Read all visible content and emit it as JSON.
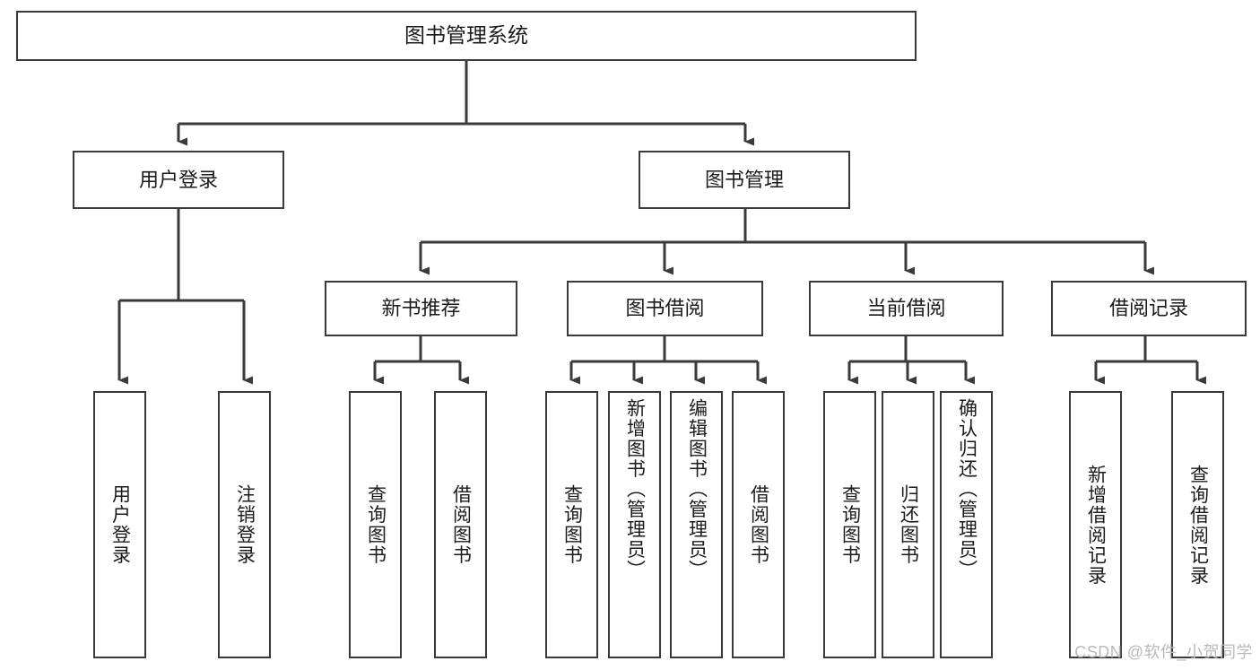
{
  "diagram": {
    "title": "图书管理系统",
    "type": "tree-hierarchy",
    "watermark": "CSDN @软件_小贺同学",
    "colors": {
      "stroke": "#3a3a3a",
      "fill": "#ffffff",
      "text": "#1b1b1b",
      "watermark": "#b9b9b9"
    },
    "nodes": {
      "root": {
        "label": "图书管理系统"
      },
      "level2": [
        {
          "id": "user-login",
          "label": "用户登录"
        },
        {
          "id": "book-management",
          "label": "图书管理"
        }
      ],
      "level3": [
        {
          "id": "new-book-recommend",
          "label": "新书推荐"
        },
        {
          "id": "book-borrow",
          "label": "图书借阅"
        },
        {
          "id": "current-borrow",
          "label": "当前借阅"
        },
        {
          "id": "borrow-record",
          "label": "借阅记录"
        }
      ],
      "leaves": {
        "user-login": [
          {
            "id": "leaf-user-login",
            "label": "用户登录"
          },
          {
            "id": "leaf-logout-login",
            "label": "注销登录"
          }
        ],
        "new-book-recommend": [
          {
            "id": "leaf-query-book-1",
            "label": "查询图书"
          },
          {
            "id": "leaf-borrow-book-1",
            "label": "借阅图书"
          }
        ],
        "book-borrow": [
          {
            "id": "leaf-query-book-2",
            "label": "查询图书"
          },
          {
            "id": "leaf-add-book-admin",
            "label": "新增图书（管理员）"
          },
          {
            "id": "leaf-edit-book-admin",
            "label": "编辑图书（管理员）"
          },
          {
            "id": "leaf-borrow-book-2",
            "label": "借阅图书"
          }
        ],
        "current-borrow": [
          {
            "id": "leaf-query-book-3",
            "label": "查询图书"
          },
          {
            "id": "leaf-return-book",
            "label": "归还图书"
          },
          {
            "id": "leaf-confirm-return-admin",
            "label": "确认归还（管理员）"
          }
        ],
        "borrow-record": [
          {
            "id": "leaf-add-borrow-record",
            "label": "新增借阅记录"
          },
          {
            "id": "leaf-query-borrow-record",
            "label": "查询借阅记录"
          }
        ]
      }
    }
  }
}
